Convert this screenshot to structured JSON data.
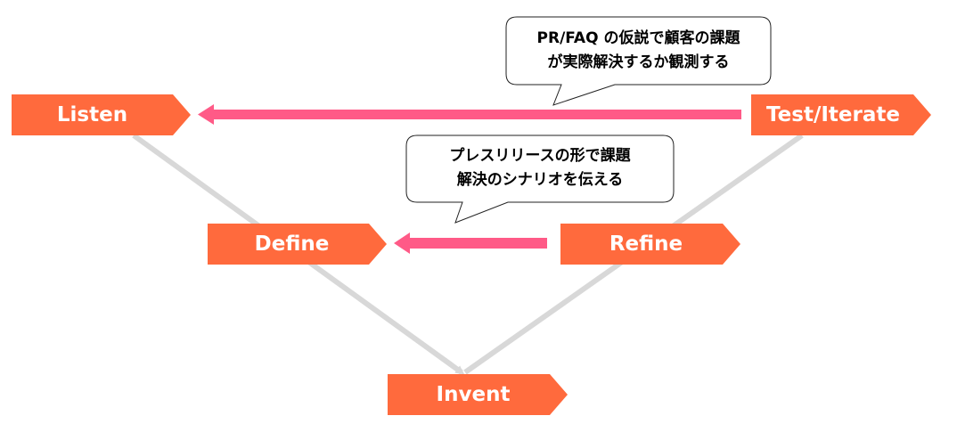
{
  "colors": {
    "stage_fill": "#ff6a3d",
    "arrow_pink": "#ff5a87",
    "v_line_gray": "#d8d8d8",
    "callout_border": "#222222",
    "text_white": "#ffffff"
  },
  "stages": {
    "listen": "Listen",
    "test_iterate": "Test/Iterate",
    "define": "Define",
    "refine": "Refine",
    "invent": "Invent"
  },
  "callouts": {
    "prfaq": {
      "line1": "PR/FAQ の仮説で顧客の課題",
      "line2": "が実際解決するか観測する"
    },
    "press_release": {
      "line1": "プレスリリースの形で課題",
      "line2": "解決のシナリオを伝える"
    }
  }
}
